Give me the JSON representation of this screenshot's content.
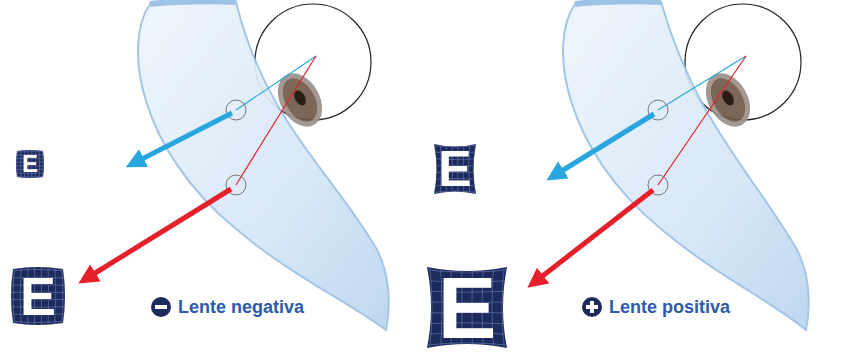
{
  "diagram": {
    "nodes": [
      {
        "text": [
          "E"
        ]
      },
      {
        "text": [
          "E"
        ]
      },
      {
        "text": [
          "E"
        ]
      },
      {
        "text": [
          "E"
        ]
      }
    ],
    "labels": [
      "Lente negativa",
      "Lente positiva"
    ]
  }
}
